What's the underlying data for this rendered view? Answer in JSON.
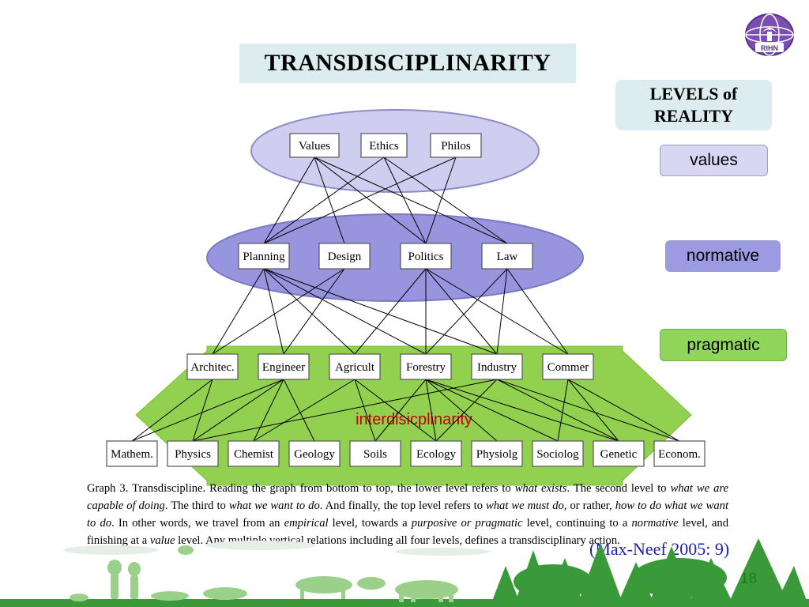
{
  "title": "TRANSDISCIPLINARITY",
  "levels_header": "LEVELS of REALITY",
  "legend": [
    {
      "label": "values",
      "color": "#d8d6f2"
    },
    {
      "label": "normative",
      "color": "#9c9ae2"
    },
    {
      "label": "pragmatic",
      "color": "#8fd65a"
    }
  ],
  "arrow_label": "interdisicplinarity",
  "level_values": [
    "Values",
    "Ethics",
    "Philos"
  ],
  "level_normative": [
    "Planning",
    "Design",
    "Politics",
    "Law"
  ],
  "level_pragmatic": [
    "Architec.",
    "Engineer",
    "Agricult",
    "Forestry",
    "Industry",
    "Commer"
  ],
  "level_empirical": [
    "Mathem.",
    "Physics",
    "Chemist",
    "Geology",
    "Soils",
    "Ecology",
    "Physiolg",
    "Sociolog",
    "Genetic",
    "Econom."
  ],
  "caption": {
    "p1": "Graph 3. Transdiscipline. Reading the graph from bottom to top, the lower level refers to ",
    "e1": "what exists",
    "p2": ". The second level to ",
    "e2": "what we are capable of doing",
    "p3": ". The third to ",
    "e3": "what we want to do",
    "p4": ". And finally, the top level refers to ",
    "e4": "what we must do",
    "p5": ", or rather, ",
    "e5": "how to do what we want to do",
    "p6": ". In other words, we travel from an ",
    "e6": "empirical",
    "p7": " level, towards a ",
    "e7": "purposive or pragmatic",
    "p8": " level, continuing to a ",
    "e8": "normative",
    "p9": " level, and finishing at a ",
    "e9": "value",
    "p10": " level. Any multiple vertical relations including all four levels, defines a transdisciplinary action."
  },
  "citation": "(Max-Neef 2005: 9)",
  "page_number": "18",
  "logo_text": "RIHN",
  "colors": {
    "values_ellipse": "#cfcdf0",
    "normative_ellipse": "#9795dd",
    "arrow_green": "#92d050",
    "arrow_text": "#c00000",
    "citation": "#2020b0"
  }
}
